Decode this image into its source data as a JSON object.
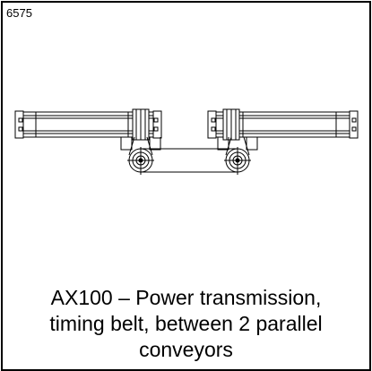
{
  "code": "6575",
  "caption": {
    "line1": "AX100 – Power transmission,",
    "line2": "timing belt, between 2 parallel",
    "line3": "conveyors"
  }
}
